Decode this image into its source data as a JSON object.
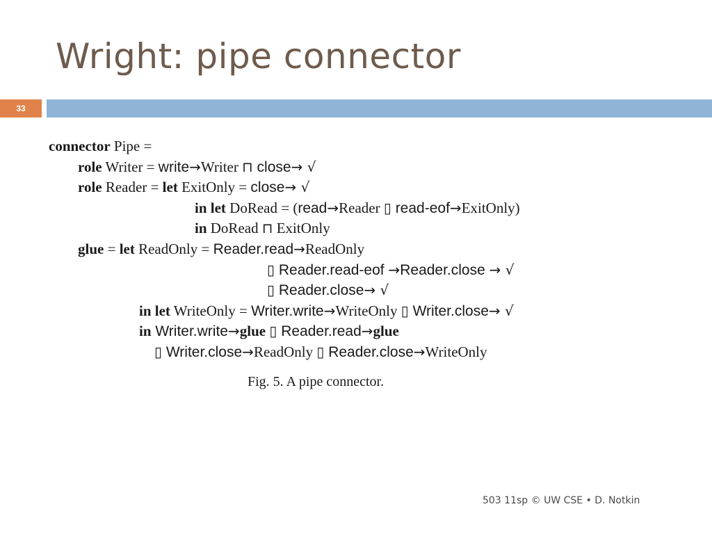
{
  "slide": {
    "title": "Wright: pipe connector",
    "number": "33"
  },
  "code": {
    "lines": [
      {
        "indent": 0,
        "parts": [
          [
            "kw",
            "connector"
          ],
          [
            "nm",
            " Pipe ="
          ]
        ]
      },
      {
        "indent": 42,
        "parts": [
          [
            "kw",
            "role"
          ],
          [
            "nm",
            " Writer = "
          ],
          [
            "event",
            "write"
          ],
          [
            "sym",
            "→"
          ],
          [
            "nm",
            "Writer "
          ],
          [
            "sym",
            "⊓"
          ],
          [
            "event",
            " close"
          ],
          [
            "sym",
            "→ √"
          ]
        ]
      },
      {
        "indent": 42,
        "parts": [
          [
            "kw",
            "role"
          ],
          [
            "nm",
            " Reader = "
          ],
          [
            "kw",
            "let"
          ],
          [
            "nm",
            " ExitOnly = "
          ],
          [
            "event",
            "close"
          ],
          [
            "sym",
            "→ √"
          ]
        ]
      },
      {
        "indent": 210,
        "parts": [
          [
            "kw",
            "in let"
          ],
          [
            "nm",
            " DoRead = ("
          ],
          [
            "event",
            "read"
          ],
          [
            "sym",
            "→"
          ],
          [
            "nm",
            "Reader "
          ],
          [
            "sym",
            "▯"
          ],
          [
            "event",
            " read-eof"
          ],
          [
            "sym",
            "→"
          ],
          [
            "nm",
            "ExitOnly)"
          ]
        ]
      },
      {
        "indent": 210,
        "parts": [
          [
            "kw",
            "in"
          ],
          [
            "nm",
            " DoRead "
          ],
          [
            "sym",
            "⊓"
          ],
          [
            "nm",
            " ExitOnly"
          ]
        ]
      },
      {
        "indent": 42,
        "parts": [
          [
            "kw",
            "glue"
          ],
          [
            "nm",
            " = "
          ],
          [
            "kw",
            "let"
          ],
          [
            "nm",
            " ReadOnly = "
          ],
          [
            "event",
            "Reader.read"
          ],
          [
            "sym",
            "→"
          ],
          [
            "nm",
            "ReadOnly"
          ]
        ]
      },
      {
        "indent": 314,
        "parts": [
          [
            "sym",
            "▯"
          ],
          [
            "event",
            " Reader.read-eof "
          ],
          [
            "sym",
            "→"
          ],
          [
            "event",
            "Reader.close "
          ],
          [
            "sym",
            "→ √"
          ]
        ]
      },
      {
        "indent": 314,
        "parts": [
          [
            "sym",
            "▯"
          ],
          [
            "event",
            " Reader.close"
          ],
          [
            "sym",
            "→ √"
          ]
        ]
      },
      {
        "indent": 130,
        "parts": [
          [
            "kw",
            "in let"
          ],
          [
            "nm",
            " WriteOnly = "
          ],
          [
            "event",
            "Writer.write"
          ],
          [
            "sym",
            "→"
          ],
          [
            "nm",
            "WriteOnly "
          ],
          [
            "sym",
            "▯"
          ],
          [
            "event",
            " Writer.close"
          ],
          [
            "sym",
            "→ √"
          ]
        ]
      },
      {
        "indent": 130,
        "parts": [
          [
            "kw",
            "in"
          ],
          [
            "event",
            " Writer.write"
          ],
          [
            "sym",
            "→"
          ],
          [
            "kw",
            "glue "
          ],
          [
            "sym",
            "▯"
          ],
          [
            "event",
            " Reader.read"
          ],
          [
            "sym",
            "→"
          ],
          [
            "kw",
            "glue"
          ]
        ]
      },
      {
        "indent": 152,
        "parts": [
          [
            "sym",
            "▯"
          ],
          [
            "event",
            " Writer.close"
          ],
          [
            "sym",
            "→"
          ],
          [
            "nm",
            "ReadOnly "
          ],
          [
            "sym",
            "▯"
          ],
          [
            "event",
            " Reader.close"
          ],
          [
            "sym",
            "→"
          ],
          [
            "nm",
            "WriteOnly"
          ]
        ]
      }
    ]
  },
  "figure": {
    "caption": "Fig. 5.   A pipe connector."
  },
  "footer": {
    "text": "503 11sp © UW CSE  • D. Notkin"
  }
}
